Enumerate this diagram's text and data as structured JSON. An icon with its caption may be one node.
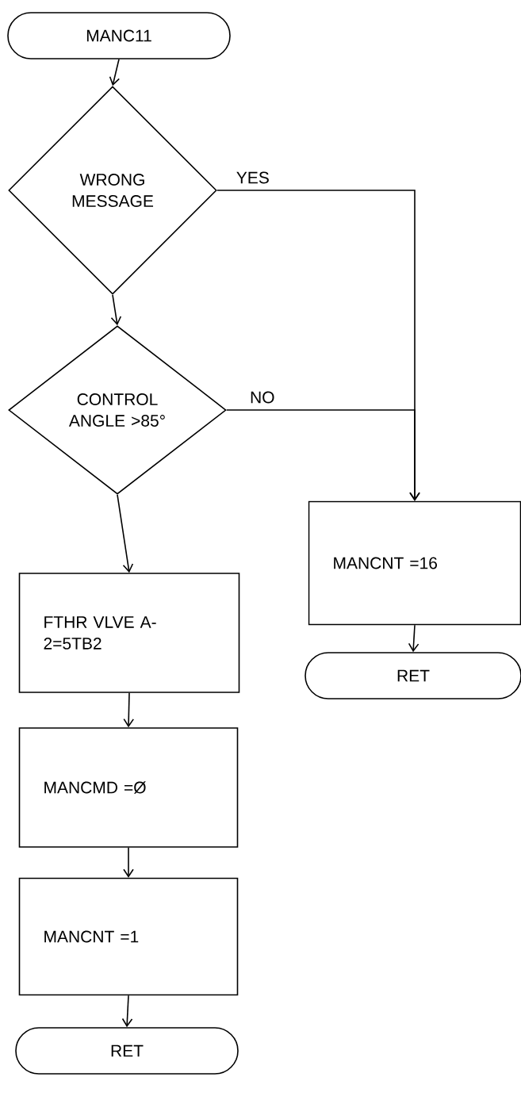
{
  "diagram": {
    "nodes": [
      {
        "text": [
          "MANC11"
        ]
      },
      {
        "text": [
          "WRONG MESSAGE"
        ]
      },
      {
        "text": [
          "CONTROL ANGLE >85°"
        ]
      },
      {
        "text": [
          "FTHR VLVE A-2=5TB2"
        ]
      },
      {
        "text": [
          "MANCMD =Ø"
        ]
      },
      {
        "text": [
          "MANCNT =1"
        ]
      },
      {
        "text": [
          "RET"
        ]
      },
      {
        "text": [
          "MANCNT =16"
        ]
      },
      {
        "text": [
          "RET"
        ]
      }
    ],
    "edges": [
      {
        "from": 0,
        "to": 1,
        "arrow": "to"
      },
      {
        "from": 1,
        "to": 7,
        "arrow": "to",
        "label": "YES"
      },
      {
        "from": 1,
        "to": 2,
        "arrow": "to"
      },
      {
        "from": 2,
        "to": 7,
        "arrow": "to",
        "label": "NO"
      },
      {
        "from": 2,
        "to": 3,
        "arrow": "to"
      },
      {
        "from": 3,
        "to": 4,
        "arrow": "to"
      },
      {
        "from": 4,
        "to": 5,
        "arrow": "to"
      },
      {
        "from": 5,
        "to": 6,
        "arrow": "to"
      },
      {
        "from": 7,
        "to": 8,
        "arrow": "to"
      }
    ]
  }
}
